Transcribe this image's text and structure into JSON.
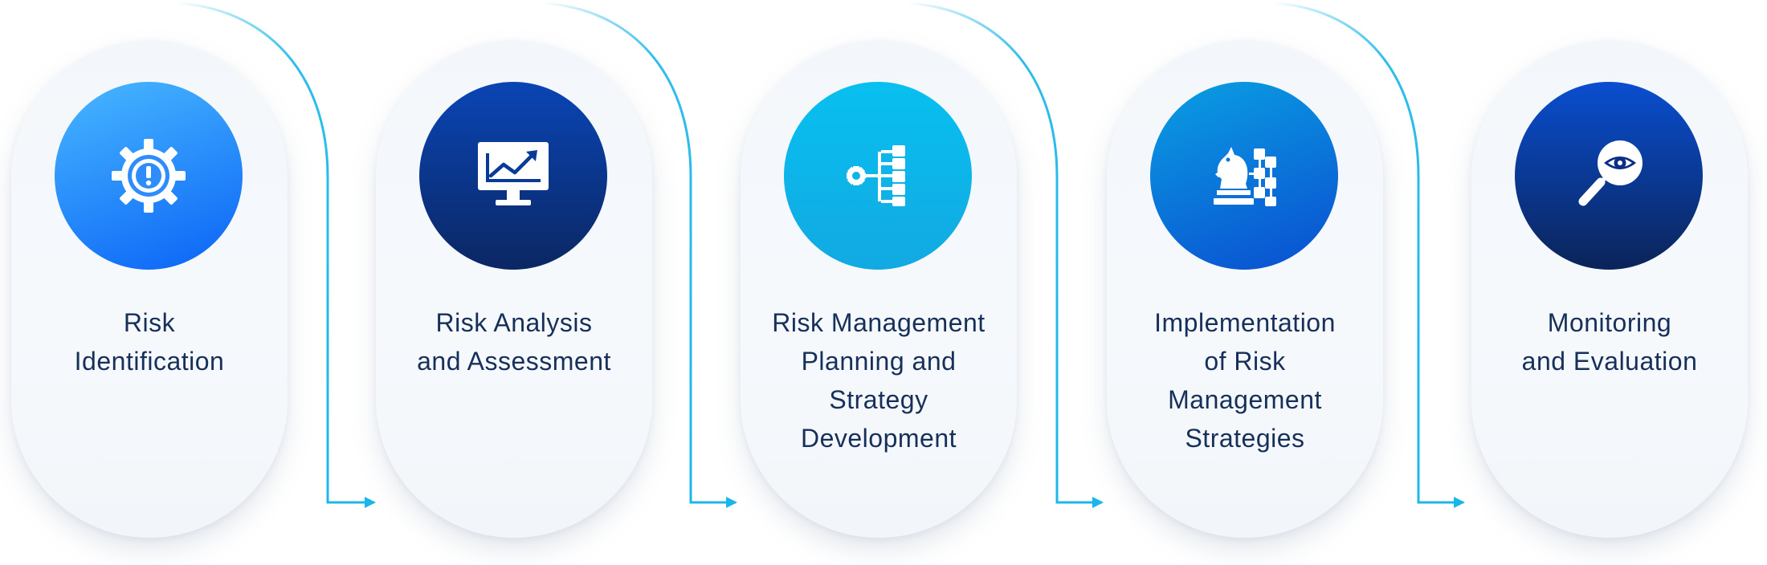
{
  "accent_color": "#1ab6ea",
  "steps": [
    {
      "label": "Risk\nIdentification",
      "icon": "gear-alert-icon",
      "gradient": [
        "#48b8ff",
        "#0a63f6"
      ]
    },
    {
      "label": "Risk Analysis\nand Assessment",
      "icon": "monitor-chart-icon",
      "gradient": [
        "#0a45b5",
        "#0b2763"
      ]
    },
    {
      "label": "Risk Management\nPlanning and\nStrategy\nDevelopment",
      "icon": "gear-hierarchy-icon",
      "gradient": [
        "#08c0f0",
        "#12a9e2"
      ]
    },
    {
      "label": "Implementation\nof Risk\nManagement\nStrategies",
      "icon": "chess-knight-strategy-icon",
      "gradient": [
        "#0a9fe3",
        "#0a4ed0"
      ]
    },
    {
      "label": "Monitoring\nand Evaluation",
      "icon": "magnifier-eye-icon",
      "gradient": [
        "#0a4ed0",
        "#0b2459"
      ]
    }
  ]
}
